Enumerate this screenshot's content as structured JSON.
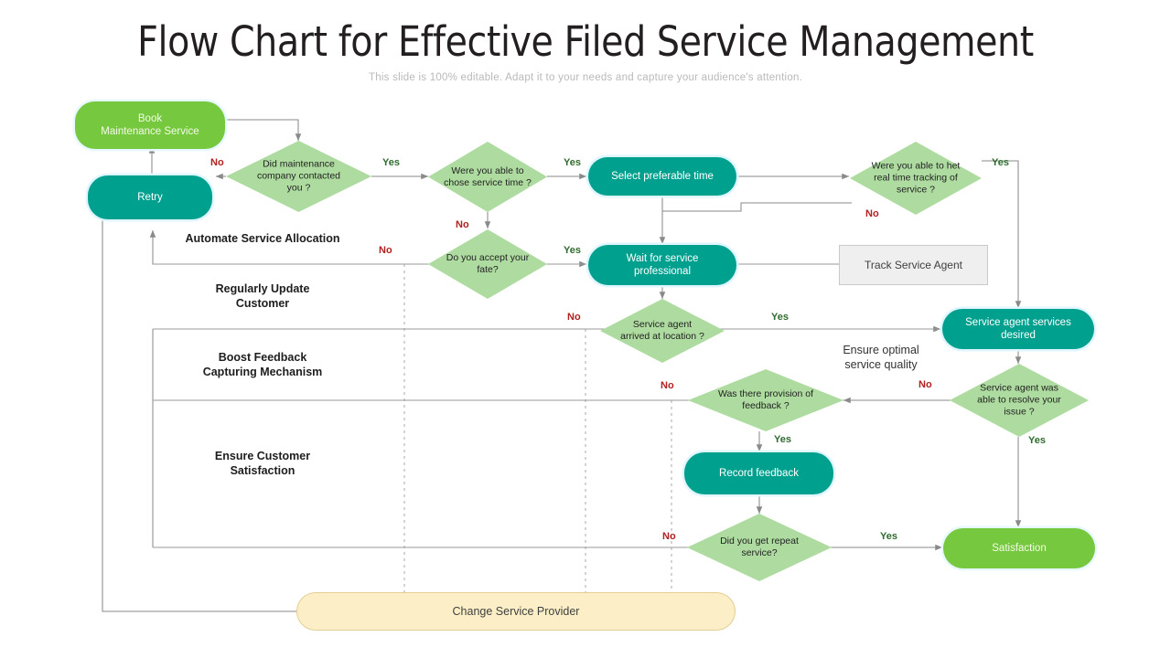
{
  "header": {
    "title": "Flow Chart for Effective Filed Service Management",
    "subtitle": "This slide is 100% editable. Adapt it to your needs and capture your audience's attention."
  },
  "colors": {
    "green": "#76C83E",
    "teal": "#00A08E",
    "diamond": "#AEDCA0",
    "cream": "#FCEFC7",
    "grey_box": "#EFEFEF",
    "yes_label": "#2F6B2F",
    "no_label": "#B32020",
    "connector": "#8a8a8a",
    "title": "#231F20",
    "subtitle": "#B9B9B9"
  },
  "nodes": {
    "book_maintenance": "Book\nMaintenance Service",
    "retry": "Retry",
    "did_maintenance": "Did maintenance\ncompany contacted\nyou ?",
    "chose_service_time": "Were you able to\nchose service time ?",
    "select_preferable_time": "Select preferable time",
    "real_time_tracking": "Were you able to het\nreal time tracking of\nservice ?",
    "accept_fate": "Do you accept your\nfate?",
    "wait_for_professional": "Wait for service\nprofessional",
    "track_service_agent": "Track Service Agent",
    "agent_arrived": "Service agent\narrived at location ?",
    "agent_services_desired": "Service agent services\ndesired",
    "agent_resolve_issue": "Service agent was\nable to resolve your\nissue ?",
    "provision_of_feedback": "Was there provision of\nfeedback ?",
    "record_feedback": "Record feedback",
    "repeat_service": "Did you get repeat\nservice?",
    "satisfaction": "Satisfaction",
    "change_service_provider": "Change Service Provider"
  },
  "lanes": [
    {
      "label": "Automate Service Allocation"
    },
    {
      "label": "Regularly Update\nCustomer"
    },
    {
      "label": "Boost Feedback\nCapturing Mechanism"
    },
    {
      "label": "Ensure Customer\nSatisfaction"
    }
  ],
  "annotations": {
    "ensure_optimal_quality": "Ensure optimal\nservice quality"
  },
  "edge_labels": {
    "no_did_maintenance": "No",
    "yes_did_maintenance": "Yes",
    "yes_chose_time": "Yes",
    "no_chose_time": "No",
    "yes_tracking": "Yes",
    "no_tracking": "No",
    "no_accept_fate": "No",
    "yes_accept_fate": "Yes",
    "no_agent_arrived": "No",
    "yes_agent_arrived": "Yes",
    "no_resolve_issue": "No",
    "yes_resolve_issue": "Yes",
    "no_provision_feedback": "No",
    "yes_provision_feedback": "Yes",
    "no_repeat_service": "No",
    "yes_repeat_service": "Yes"
  }
}
